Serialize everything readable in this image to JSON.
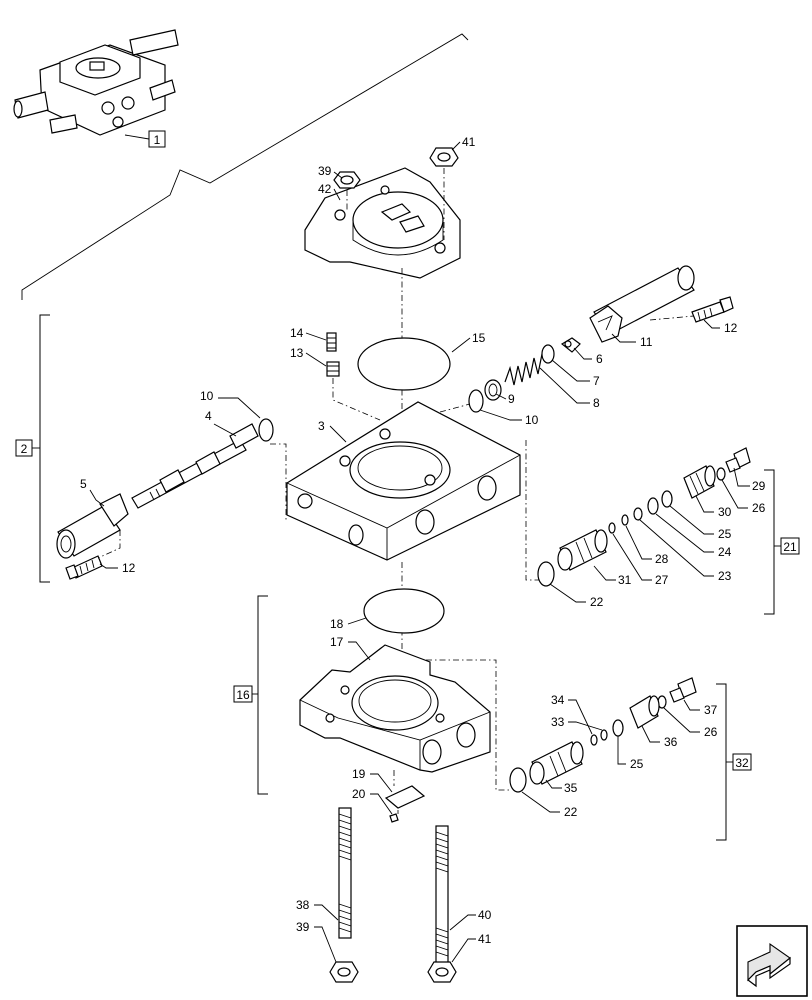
{
  "diagram": {
    "callouts": {
      "c1": "1",
      "c2": "2",
      "c3": "3",
      "c4": "4",
      "c5": "5",
      "c6": "6",
      "c7": "7",
      "c8": "8",
      "c9": "9",
      "c10a": "10",
      "c10b": "10",
      "c11": "11",
      "c12a": "12",
      "c12b": "12",
      "c13": "13",
      "c14": "14",
      "c15": "15",
      "c16": "16",
      "c17": "17",
      "c18": "18",
      "c19": "19",
      "c20": "20",
      "c21": "21",
      "c22a": "22",
      "c22b": "22",
      "c23": "23",
      "c24": "24",
      "c25a": "25",
      "c25b": "25",
      "c26a": "26",
      "c26b": "26",
      "c27": "27",
      "c28": "28",
      "c29": "29",
      "c30": "30",
      "c31": "31",
      "c32": "32",
      "c33": "33",
      "c34": "34",
      "c35": "35",
      "c36": "36",
      "c37": "37",
      "c38": "38",
      "c39a": "39",
      "c39b": "39",
      "c40": "40",
      "c41a": "41",
      "c41b": "41",
      "c42": "42"
    },
    "icons": {
      "nav": "next-page-arrow-icon"
    }
  }
}
